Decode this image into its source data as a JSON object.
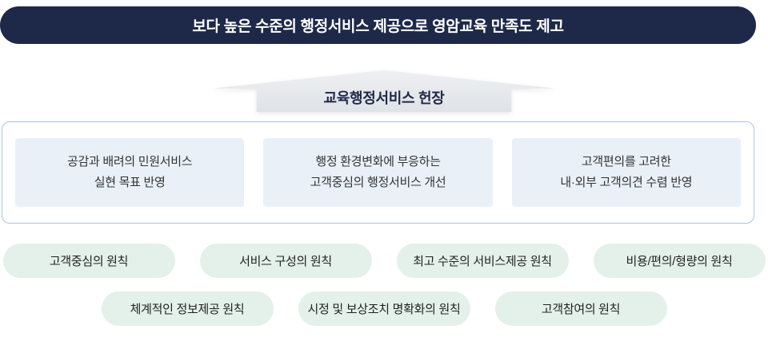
{
  "banner": {
    "title": "보다 높은 수준의 행정서비스 제공으로 영암교육 만족도 제고"
  },
  "arrow": {
    "label": "교육행정서비스 헌장"
  },
  "goals": {
    "items": [
      {
        "line1": "공감과 배려의 민원서비스",
        "line2": "실현 목표 반영"
      },
      {
        "line1": "행정 환경변화에 부응하는",
        "line2": "고객중심의 행정서비스 개선"
      },
      {
        "line1": "고객편의를 고려한",
        "line2": "내·외부 고객의견 수렴 반영"
      }
    ]
  },
  "principles": {
    "row1": [
      "고객중심의 원칙",
      "서비스 구성의 원칙",
      "최고 수준의 서비스제공 원칙",
      "비용/편의/형량의 원칙"
    ],
    "row2": [
      "체계적인 정보제공 원칙",
      "시정 및 보상조치 명확화의 원칙",
      "고객참여의 원칙"
    ]
  },
  "colors": {
    "banner_bg": "#1e2949",
    "banner_text": "#ffffff",
    "arrow_bg": "#e7e9ec",
    "heading_text": "#1e2949",
    "container_border": "#a9c4e1",
    "goal_box_bg": "#e9f0f8",
    "pill_bg": "#e3f1ea",
    "body_text": "#333333"
  }
}
